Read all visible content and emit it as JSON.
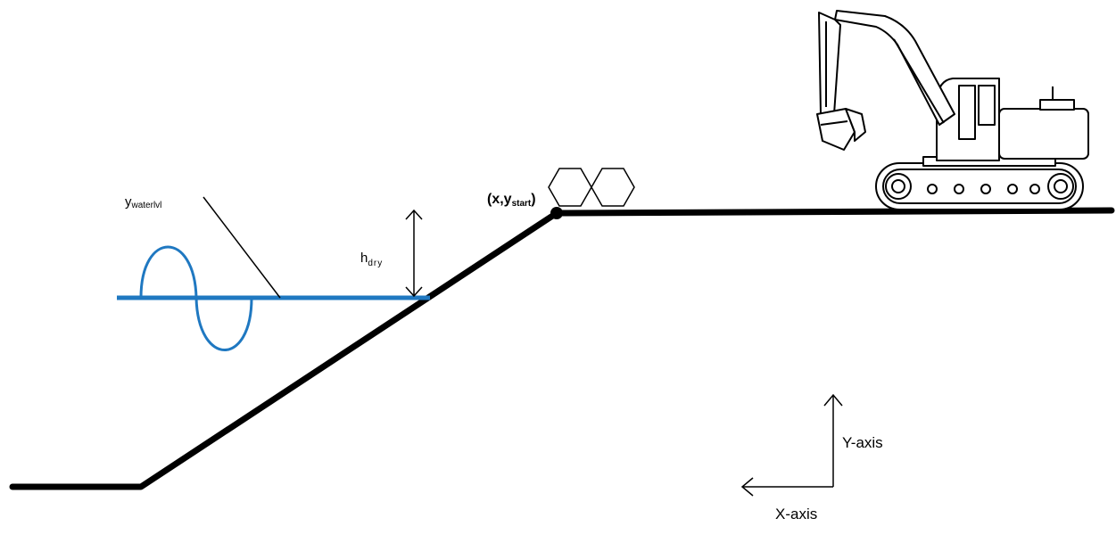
{
  "labels": {
    "y_water": {
      "main": "y",
      "sub": "waterlvl"
    },
    "h_dry": {
      "main": "h",
      "sub": "dry"
    },
    "start_point": {
      "open": "(x,y",
      "sub": "start",
      "close": ")"
    },
    "y_axis": "Y-axis",
    "x_axis": "X-axis"
  },
  "icons": {
    "excavator": "excavator-icon",
    "armour_units": "hexagon-block-icon"
  },
  "colors": {
    "profile": "#000000",
    "water": "#1f78c1",
    "annotation": "#000000"
  }
}
